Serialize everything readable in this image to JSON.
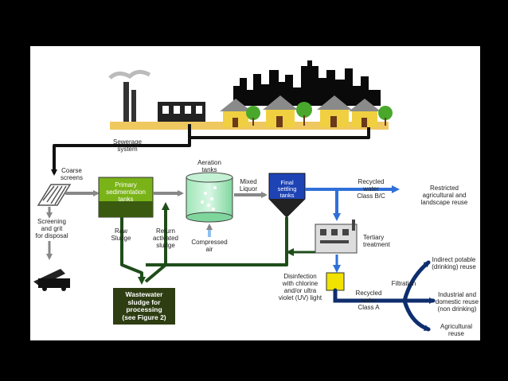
{
  "labels": {
    "sewerage": "Sewerage\nsystem",
    "coarse": "Coarse\nscreens",
    "screening": "Screening\nand grit\nfor disposal",
    "primary": "Primary\nsedimentation\ntanks",
    "raw": "Raw\nSludge",
    "return": "Return\nactivated\nsludge",
    "aeration": "Aeration\ntanks",
    "air": "Compressed\nair",
    "mixed": "Mixed\nLiquor",
    "final": "Final\nsettling\ntanks",
    "recycled_bc": "Recycled\nwater\nClass B/C",
    "restricted": "Restricted\nagricultural and\nlandscape reuse",
    "tertiary": "Tertiary\ntreatment",
    "disinfection": "Disinfection\nwith chlorine\nand/or ultra\nviolet (UV) light",
    "recycled_a": "Recycled\nwater\nClass A",
    "filtration": "Filtration",
    "potable": "Indirect potable\n(drinking) reuse",
    "industrial": "Industrial and\ndomestic reuse\n(non drinking)",
    "agricultural": "Agricultural\nreuse",
    "sludge": "Wastewater\nsludge for\nprocessing\n(see Figure 2)"
  },
  "colors": {
    "flow_black": "#111111",
    "flow_green": "#1f4d1a",
    "flow_blue": "#2f6fd8",
    "flow_grey": "#888888",
    "sludge_box": "#2e3d12",
    "primary_tank": "#7ab317",
    "final_tank": "#1e43b5",
    "disinfection_box": "#f2e200"
  }
}
